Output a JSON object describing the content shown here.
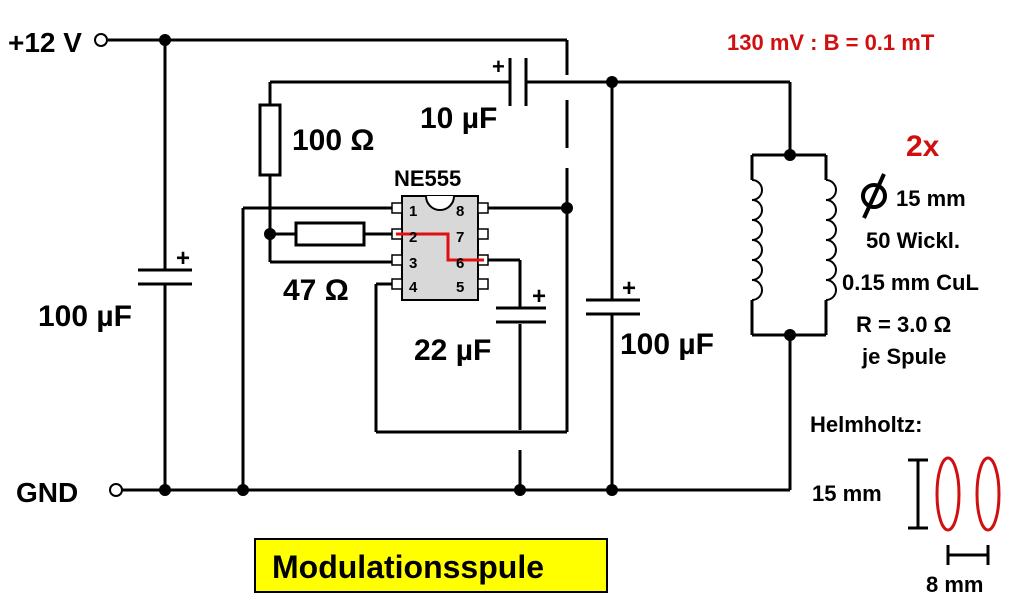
{
  "supply": {
    "plus": "+12 V",
    "gnd": "GND"
  },
  "note": "130 mV : B = 0.1 mT",
  "ic": {
    "name": "NE555",
    "pins": [
      "1",
      "2",
      "3",
      "4",
      "5",
      "6",
      "7",
      "8"
    ]
  },
  "components": {
    "c_in": "100 µF",
    "r1": "100 Ω",
    "c_couple": "10 µF",
    "r2": "47 Ω",
    "c_timing": "22 µF",
    "c_out": "100 µF",
    "plus_sign": "+"
  },
  "coil": {
    "count": "2x",
    "diameter": "15 mm",
    "turns": "50 Wickl.",
    "wire": "0.15 mm CuL",
    "resistance": "R = 3.0 Ω",
    "per_coil": "je Spule"
  },
  "helmholtz": {
    "title": "Helmholtz:",
    "height": "15 mm",
    "spacing": "8 mm"
  },
  "caption": "Modulationsspule",
  "colors": {
    "accent_red": "#d01010",
    "caption_bg": "#ffff00"
  }
}
